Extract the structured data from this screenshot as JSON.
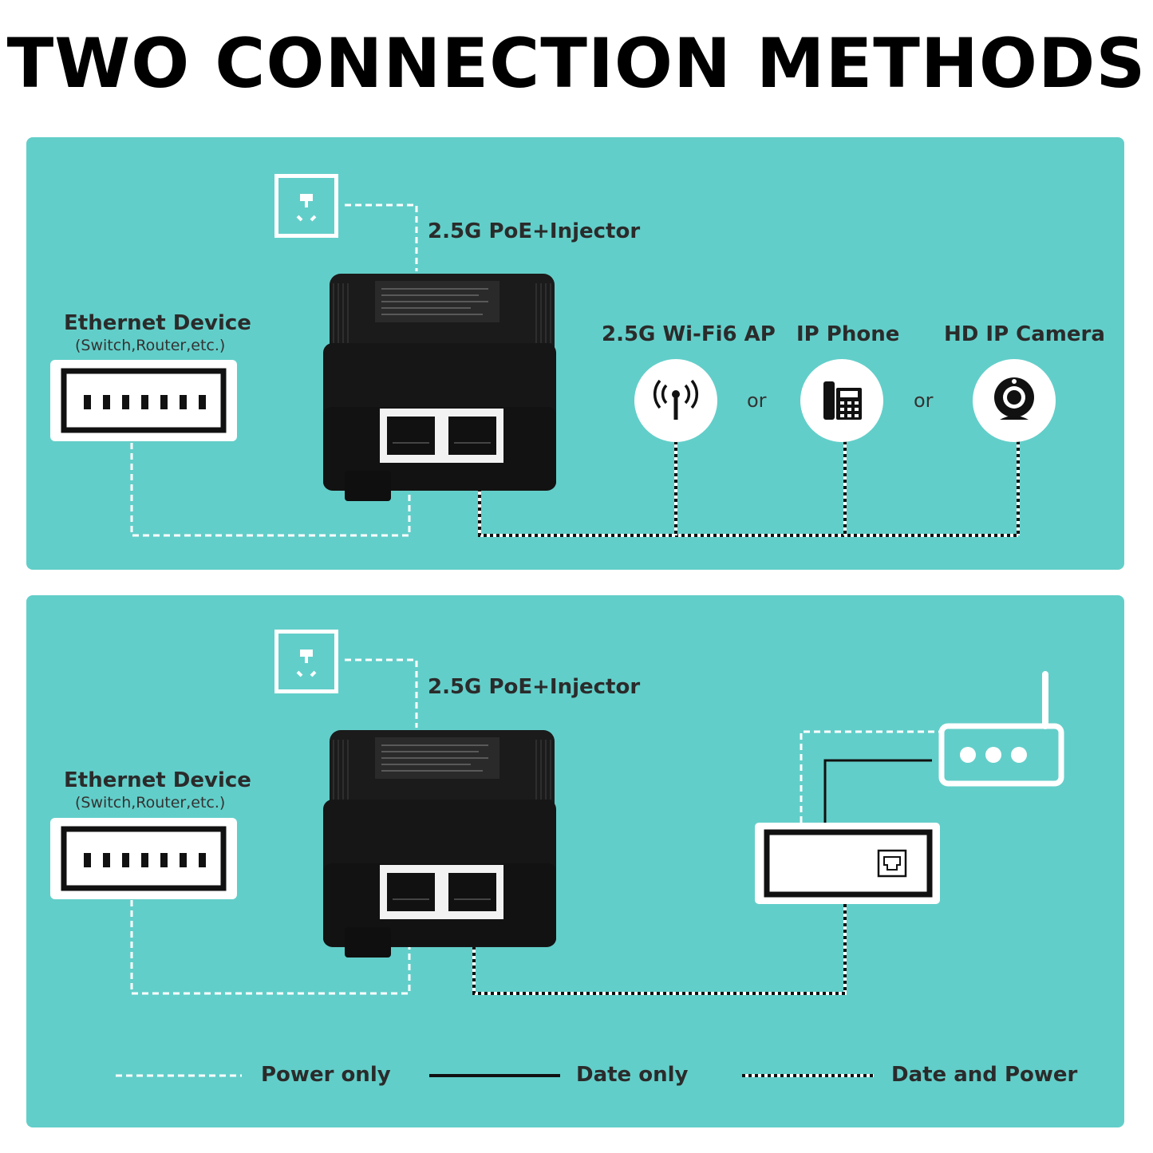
{
  "title": "TWO CONNECTION METHODS",
  "panel1": {
    "injector_label": "2.5G PoE+Injector",
    "ethernet_title": "Ethernet Device",
    "ethernet_sub": "(Switch,Router,etc.)",
    "devices": [
      "2.5G Wi-Fi6 AP",
      "IP Phone",
      "HD IP Camera"
    ],
    "or_text": "or"
  },
  "panel2": {
    "injector_label": "2.5G PoE+Injector",
    "ethernet_title": "Ethernet Device",
    "ethernet_sub": "(Switch,Router,etc.)"
  },
  "legend": {
    "power_only": "Power only",
    "data_only": "Date only",
    "data_power": "Date and Power"
  },
  "colors": {
    "panel": "#62cec9",
    "injector": "#1b1b1b",
    "line_white": "#ffffff",
    "line_black": "#111111"
  },
  "icons": [
    "outlet-icon",
    "switch-icon",
    "poe-injector-icon",
    "wifi-ap-icon",
    "ip-phone-icon",
    "ip-camera-icon",
    "router-icon",
    "modem-icon"
  ]
}
